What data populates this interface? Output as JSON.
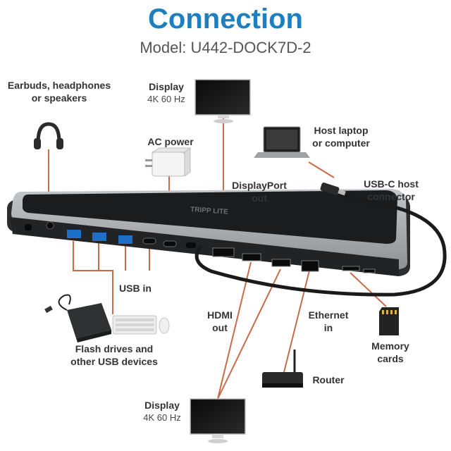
{
  "title": "Connection",
  "model": "Model: U442-DOCK7D-2",
  "colors": {
    "title": "#1e7fbf",
    "line": "#c96a4a",
    "dock_top": "#a6a9ac",
    "dock_body": "#2b2d2f",
    "label": "#333333"
  },
  "labels": {
    "earbuds": [
      "Earbuds, headphones",
      "or speakers"
    ],
    "display_top": {
      "name": "Display",
      "spec": "4K 60 Hz"
    },
    "ac_power": "AC power",
    "host": [
      "Host laptop",
      "or computer"
    ],
    "usbc_host": [
      "USB-C host",
      "connector"
    ],
    "displayport": [
      "DisplayPort",
      "out"
    ],
    "usb_in": "USB in",
    "flash": [
      "Flash drives and",
      "other USB devices"
    ],
    "hdmi": [
      "HDMI",
      "out"
    ],
    "ethernet": [
      "Ethernet",
      "in"
    ],
    "memory": [
      "Memory",
      "cards"
    ],
    "router": "Router",
    "display_bottom": {
      "name": "Display",
      "spec": "4K 60 Hz"
    }
  },
  "icons": [
    "headphones-icon",
    "monitor-icon",
    "power-adapter-icon",
    "laptop-icon",
    "hard-drive-icon",
    "keyboard-icon",
    "mouse-icon",
    "router-icon",
    "sd-card-icon",
    "docking-station"
  ]
}
